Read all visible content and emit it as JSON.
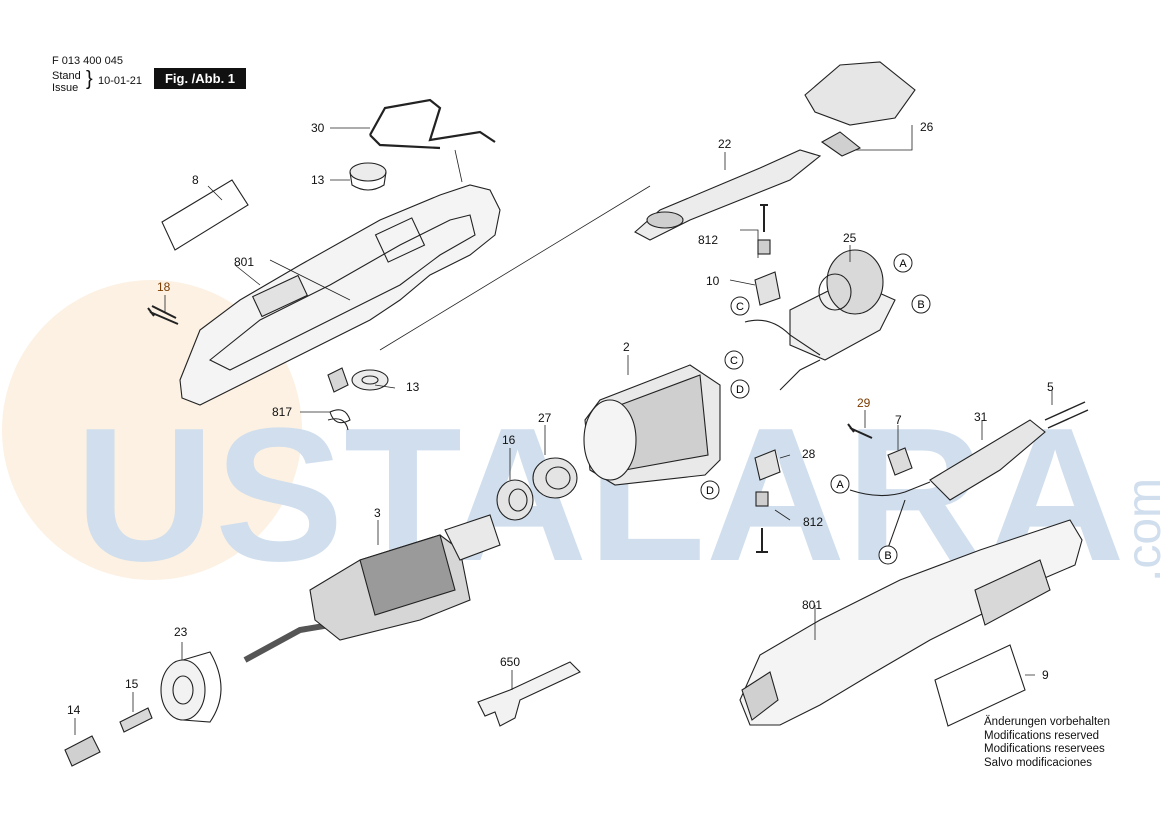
{
  "header": {
    "doc_number": "F 013 400 045",
    "stand_label": "Stand",
    "issue_label": "Issue",
    "date": "10-01-21",
    "figure_label": "Fig. /Abb. 1"
  },
  "watermark": {
    "text": "USTALARA",
    "suffix": ".com",
    "color": "#a9c3df",
    "accent": "#f2c78f"
  },
  "callouts": {
    "c30": "30",
    "c13a": "13",
    "c8": "8",
    "c801a": "801",
    "c18": "18",
    "c817": "817",
    "c13b": "13",
    "c22": "22",
    "c26": "26",
    "c812a": "812",
    "c25": "25",
    "c10": "10",
    "c2": "2",
    "c27": "27",
    "c16": "16",
    "c3": "3",
    "c23": "23",
    "c15": "15",
    "c14": "14",
    "c650": "650",
    "c29": "29",
    "c7": "7",
    "c31": "31",
    "c5": "5",
    "c28": "28",
    "c812b": "812",
    "c801b": "801",
    "c9": "9"
  },
  "connectors": {
    "a1": "A",
    "b1": "B",
    "c1": "C",
    "c2": "C",
    "d1": "D",
    "d2": "D",
    "a2": "A",
    "b2": "B"
  },
  "notes": [
    "Änderungen vorbehalten",
    "Modifications reserved",
    "Modifications reservees",
    "Salvo modificaciones"
  ]
}
